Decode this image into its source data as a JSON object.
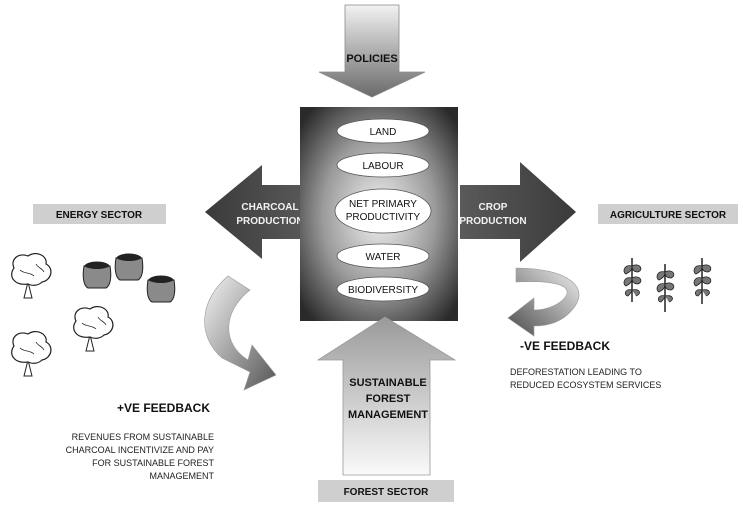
{
  "policies": "POLICIES",
  "sectors": {
    "energy": "ENERGY SECTOR",
    "agriculture": "AGRICULTURE SECTOR",
    "forest": "FOREST SECTOR"
  },
  "resources": [
    "LAND",
    "LABOUR",
    "NET PRIMARY",
    "PRODUCTIVITY",
    "WATER",
    "BIODIVERSITY"
  ],
  "left_arrow": [
    "CHARCOAL",
    "PRODUCTION"
  ],
  "right_arrow": [
    "CROP",
    "PRODUCTION"
  ],
  "bottom_arrow": [
    "SUSTAINABLE",
    "FOREST",
    "MANAGEMENT"
  ],
  "positive_feedback": {
    "title": "+VE FEEDBACK",
    "lines": [
      "REVENUES FROM SUSTAINABLE",
      "CHARCOAL INCENTIVIZE AND PAY",
      "FOR SUSTAINABLE FOREST",
      "MANAGEMENT"
    ]
  },
  "negative_feedback": {
    "title": "-VE FEEDBACK",
    "lines": [
      "DEFORESTATION LEADING TO",
      "REDUCED ECOSYSTEM SERVICES"
    ]
  },
  "colors": {
    "box_bg": "#dcdcdc",
    "dark": "#2f2f2f",
    "light": "#f4f4f4"
  }
}
